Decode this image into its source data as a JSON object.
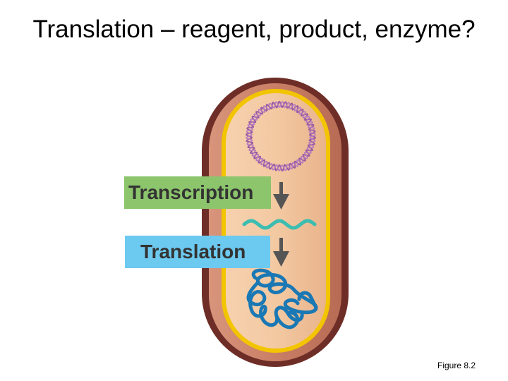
{
  "slide": {
    "title": "Translation – reagent, product, enzyme?",
    "caption": "Figure 8.2"
  },
  "diagram": {
    "labels": {
      "transcription": "Transcription",
      "translation": "Translation"
    },
    "colors": {
      "cell_wall": "#6e2e27",
      "cell_outer": "#c97f66",
      "membrane": "#f2c500",
      "cytoplasm": "#f3c9a2",
      "dna": "#9a5aa4",
      "mrna": "#3bbdb1",
      "protein": "#1a78b4",
      "arrow": "#555555",
      "transcription_box": "#8cc56c",
      "translation_box": "#6cc9f0"
    }
  }
}
